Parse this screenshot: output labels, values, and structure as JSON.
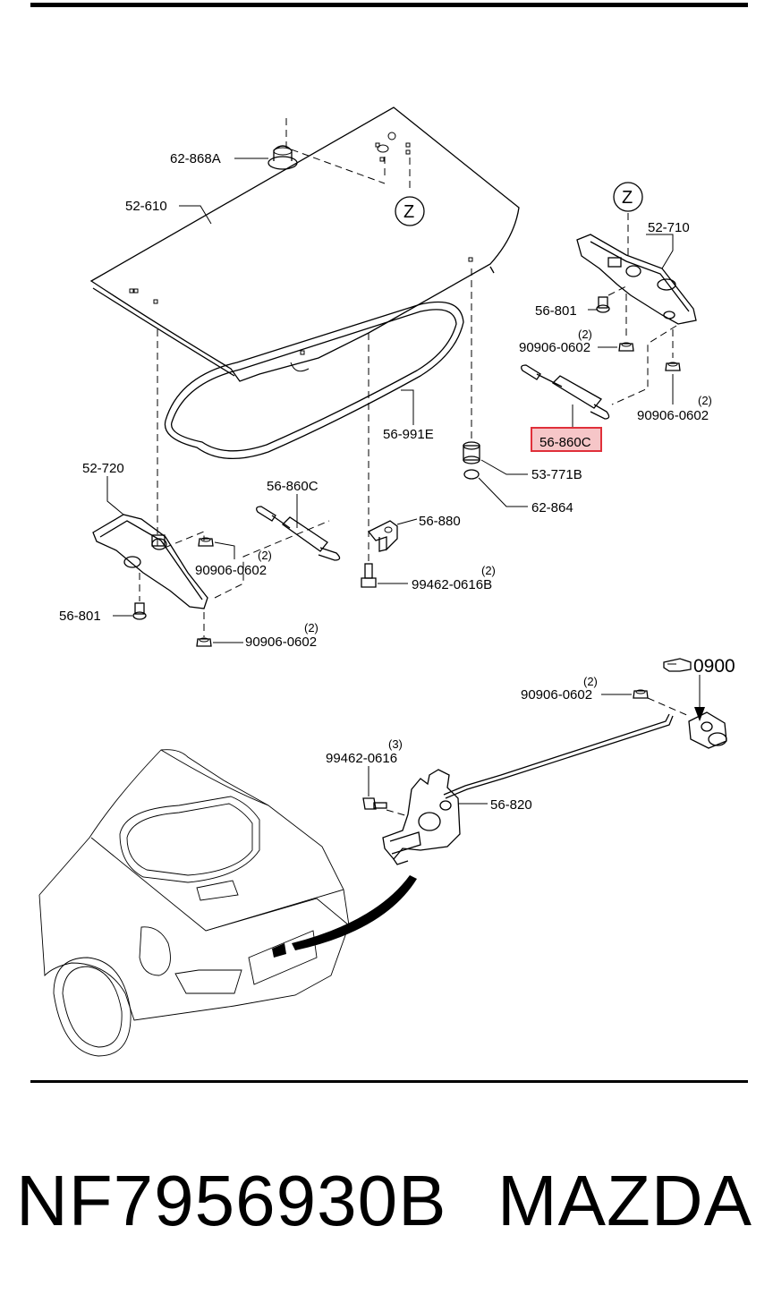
{
  "labels": {
    "l_62868a": "62-868A",
    "l_52610": "52-610",
    "l_52710": "52-710",
    "l_56801_r": "56-801",
    "l_90906_r1": "90906-0602",
    "l_90906_r2": "90906-0602",
    "l_56991e": "56-991E",
    "l_56860c_hl": "56-860C",
    "l_53771b": "53-771B",
    "l_62864": "62-864",
    "l_52720": "52-720",
    "l_56860c_l": "56-860C",
    "l_56880": "56-880",
    "l_90906_l1": "90906-0602",
    "l_99462_0616b": "99462-0616B",
    "l_56801_l": "56-801",
    "l_90906_l2": "90906-0602",
    "l_0900": "0900",
    "l_90906_low": "90906-0602",
    "l_99462_0616": "99462-0616",
    "l_56820": "56-820"
  },
  "quantities": {
    "q_90906_r1": "(2)",
    "q_90906_r2": "(2)",
    "q_90906_l1": "(2)",
    "q_99462_0616b": "(2)",
    "q_90906_l2": "(2)",
    "q_90906_low": "(2)",
    "q_99462_0616": "(3)"
  },
  "callouts": {
    "z_top": "Z",
    "z_right": "Z"
  },
  "footer": {
    "part_number": "NF7956930B",
    "brand": "MAZDA"
  },
  "colors": {
    "highlight": "#e0303a",
    "highlight_fill": "#f6c6c8"
  }
}
